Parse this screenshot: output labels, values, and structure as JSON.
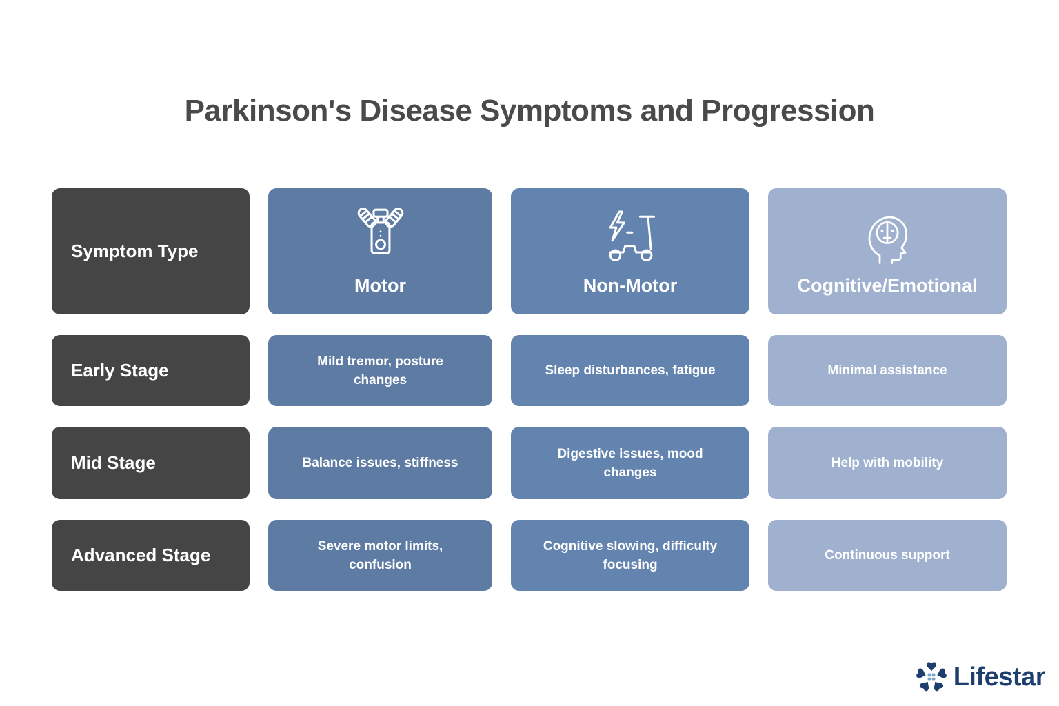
{
  "title": "Parkinson's Disease Symptoms and Progression",
  "palette": {
    "background": "#ffffff",
    "title_text": "#4a4a4a",
    "stage_cell": "#454545",
    "motor_column": "#5d7ba3",
    "non_motor_column": "#6384ae",
    "cognitive_column": "#9fb1ce",
    "cell_text": "#ffffff",
    "icon_stroke": "#ffffff",
    "logo_navy": "#1d3e6f",
    "logo_window_blue": "#76a3c9"
  },
  "table": {
    "corner_label": "Symptom Type",
    "column_headers": [
      {
        "label": "Motor",
        "icon": "engine-icon"
      },
      {
        "label": "Non-Motor",
        "icon": "electric-scooter-icon"
      },
      {
        "label": "Cognitive/Emotional",
        "icon": "head-mind-icon"
      }
    ],
    "rows": [
      {
        "stage": "Early Stage",
        "motor": "Mild tremor, posture changes",
        "non_motor": "Sleep disturbances, fatigue",
        "cognitive": "Minimal assistance"
      },
      {
        "stage": "Mid Stage",
        "motor": "Balance issues, stiffness",
        "non_motor": "Digestive issues, mood changes",
        "cognitive": "Help with mobility"
      },
      {
        "stage": "Advanced Stage",
        "motor": "Severe motor limits, confusion",
        "non_motor": "Cognitive slowing, difficulty focusing",
        "cognitive": "Continuous support"
      }
    ]
  },
  "logo": {
    "brand": "Lifestar"
  }
}
